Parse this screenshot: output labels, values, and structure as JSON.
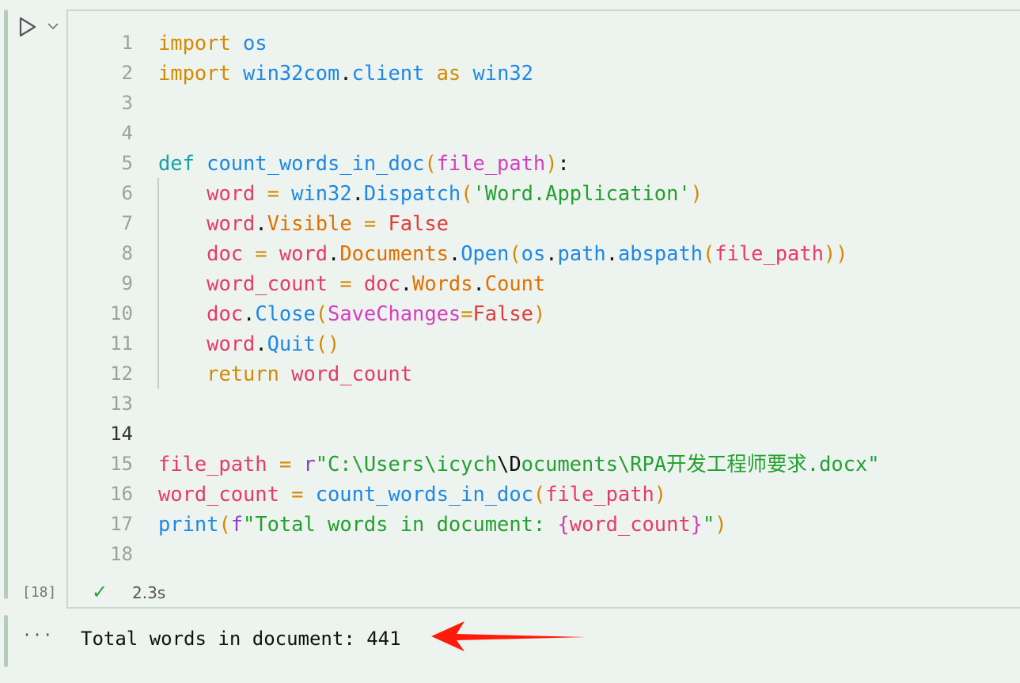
{
  "cell": {
    "execution_count": "[18]",
    "status_icon": "check-icon",
    "duration": "2.3s",
    "active_line": 14,
    "lines": [
      [
        [
          "import",
          "kw"
        ],
        [
          " ",
          "plain"
        ],
        [
          "os",
          "fn"
        ]
      ],
      [
        [
          "import",
          "kw"
        ],
        [
          " ",
          "plain"
        ],
        [
          "win32com",
          "fn"
        ],
        [
          ".",
          "plain"
        ],
        [
          "client",
          "fn"
        ],
        [
          " ",
          "plain"
        ],
        [
          "as",
          "kw"
        ],
        [
          " ",
          "plain"
        ],
        [
          "win32",
          "fn"
        ]
      ],
      [],
      [],
      [
        [
          "def",
          "df"
        ],
        [
          " ",
          "plain"
        ],
        [
          "count_words_in_doc",
          "fn"
        ],
        [
          "(",
          "punc"
        ],
        [
          "file_path",
          "param"
        ],
        [
          ")",
          "punc"
        ],
        [
          ":",
          "plain"
        ]
      ],
      [
        [
          "    ",
          "plain"
        ],
        [
          "word",
          "var"
        ],
        [
          " = ",
          "punc"
        ],
        [
          "win32",
          "fn"
        ],
        [
          ".",
          "plain"
        ],
        [
          "Dispatch",
          "fn"
        ],
        [
          "(",
          "punc"
        ],
        [
          "'Word.Application'",
          "str"
        ],
        [
          ")",
          "punc"
        ]
      ],
      [
        [
          "    ",
          "plain"
        ],
        [
          "word",
          "var"
        ],
        [
          ".",
          "plain"
        ],
        [
          "Visible",
          "attr"
        ],
        [
          " = ",
          "punc"
        ],
        [
          "False",
          "const"
        ]
      ],
      [
        [
          "    ",
          "plain"
        ],
        [
          "doc",
          "var"
        ],
        [
          " = ",
          "punc"
        ],
        [
          "word",
          "var"
        ],
        [
          ".",
          "plain"
        ],
        [
          "Documents",
          "attr"
        ],
        [
          ".",
          "plain"
        ],
        [
          "Open",
          "fn"
        ],
        [
          "(",
          "punc"
        ],
        [
          "os",
          "fn"
        ],
        [
          ".",
          "plain"
        ],
        [
          "path",
          "fn"
        ],
        [
          ".",
          "plain"
        ],
        [
          "abspath",
          "fn"
        ],
        [
          "(",
          "punc"
        ],
        [
          "file_path",
          "var"
        ],
        [
          "))",
          "punc"
        ]
      ],
      [
        [
          "    ",
          "plain"
        ],
        [
          "word_count",
          "var"
        ],
        [
          " = ",
          "punc"
        ],
        [
          "doc",
          "var"
        ],
        [
          ".",
          "plain"
        ],
        [
          "Words",
          "attr"
        ],
        [
          ".",
          "plain"
        ],
        [
          "Count",
          "attr"
        ]
      ],
      [
        [
          "    ",
          "plain"
        ],
        [
          "doc",
          "var"
        ],
        [
          ".",
          "plain"
        ],
        [
          "Close",
          "fn"
        ],
        [
          "(",
          "punc"
        ],
        [
          "SaveChanges",
          "param"
        ],
        [
          "=",
          "punc"
        ],
        [
          "False",
          "const"
        ],
        [
          ")",
          "punc"
        ]
      ],
      [
        [
          "    ",
          "plain"
        ],
        [
          "word",
          "var"
        ],
        [
          ".",
          "plain"
        ],
        [
          "Quit",
          "fn"
        ],
        [
          "()",
          "punc"
        ]
      ],
      [
        [
          "    ",
          "plain"
        ],
        [
          "return",
          "kw"
        ],
        [
          " ",
          "plain"
        ],
        [
          "word_count",
          "var"
        ]
      ],
      [],
      [],
      [
        [
          "file_path",
          "var"
        ],
        [
          " = ",
          "punc"
        ],
        [
          "r",
          "pre"
        ],
        [
          "\"C:\\Users\\icych",
          "str"
        ],
        [
          "\\D",
          "esc"
        ],
        [
          "ocuments\\RPA开发工程师要求.docx\"",
          "str"
        ]
      ],
      [
        [
          "word_count",
          "var"
        ],
        [
          " = ",
          "punc"
        ],
        [
          "count_words_in_doc",
          "fn"
        ],
        [
          "(",
          "punc"
        ],
        [
          "file_path",
          "var"
        ],
        [
          ")",
          "punc"
        ]
      ],
      [
        [
          "print",
          "fn"
        ],
        [
          "(",
          "punc"
        ],
        [
          "f",
          "pre"
        ],
        [
          "\"Total words in document: ",
          "str"
        ],
        [
          "{",
          "brace"
        ],
        [
          "word_count",
          "var"
        ],
        [
          "}",
          "brace"
        ],
        [
          "\"",
          "str"
        ],
        [
          ")",
          "punc"
        ]
      ],
      []
    ]
  },
  "output": {
    "text": "Total words in document: 441",
    "more_icon": "ellipsis-icon",
    "annotation": "red-arrow-icon"
  },
  "colors": {
    "accent_bar": "#b3cdb7",
    "arrow": "#ff1a0a",
    "success": "#22a33a"
  }
}
